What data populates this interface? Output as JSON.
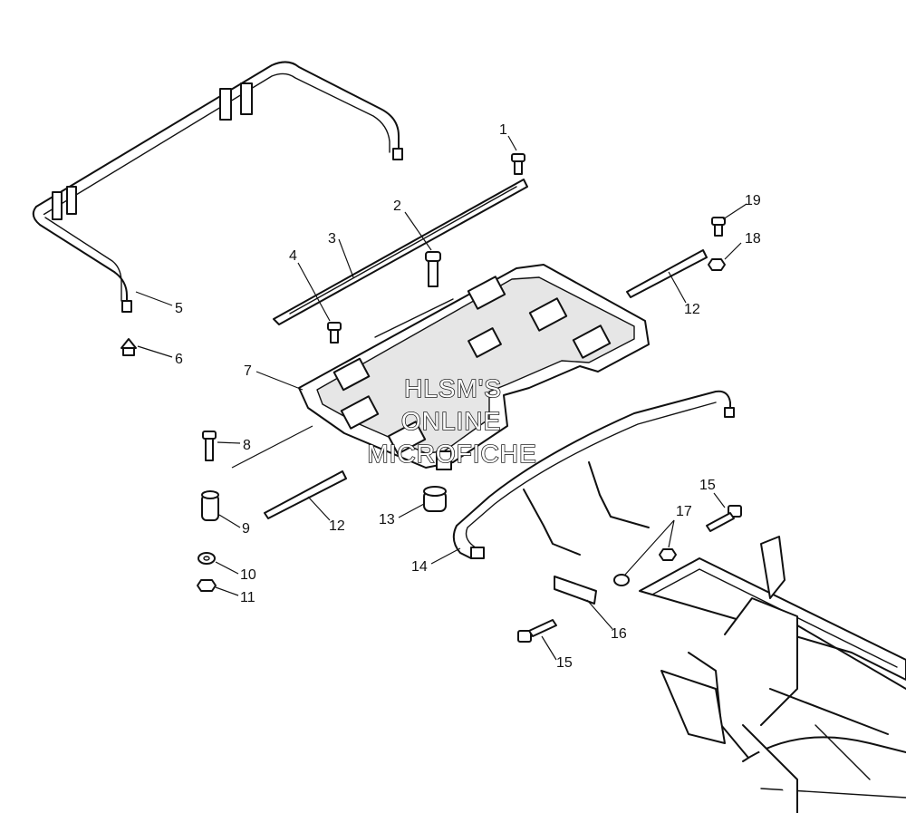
{
  "diagram": {
    "callouts": [
      {
        "id": "c1",
        "label": "1"
      },
      {
        "id": "c2",
        "label": "2"
      },
      {
        "id": "c3",
        "label": "3"
      },
      {
        "id": "c4",
        "label": "4"
      },
      {
        "id": "c5",
        "label": "5"
      },
      {
        "id": "c6",
        "label": "6"
      },
      {
        "id": "c7",
        "label": "7"
      },
      {
        "id": "c8",
        "label": "8"
      },
      {
        "id": "c9",
        "label": "9"
      },
      {
        "id": "c10",
        "label": "10"
      },
      {
        "id": "c11",
        "label": "11"
      },
      {
        "id": "c12a",
        "label": "12"
      },
      {
        "id": "c12b",
        "label": "12"
      },
      {
        "id": "c13",
        "label": "13"
      },
      {
        "id": "c14",
        "label": "14"
      },
      {
        "id": "c15a",
        "label": "15"
      },
      {
        "id": "c15b",
        "label": "15"
      },
      {
        "id": "c16",
        "label": "16"
      },
      {
        "id": "c17",
        "label": "17"
      },
      {
        "id": "c18",
        "label": "18"
      },
      {
        "id": "c19",
        "label": "19"
      }
    ],
    "watermark": {
      "line1": "HLSM'S",
      "line2": "ONLINE",
      "line3": "MICROFICHE"
    }
  }
}
